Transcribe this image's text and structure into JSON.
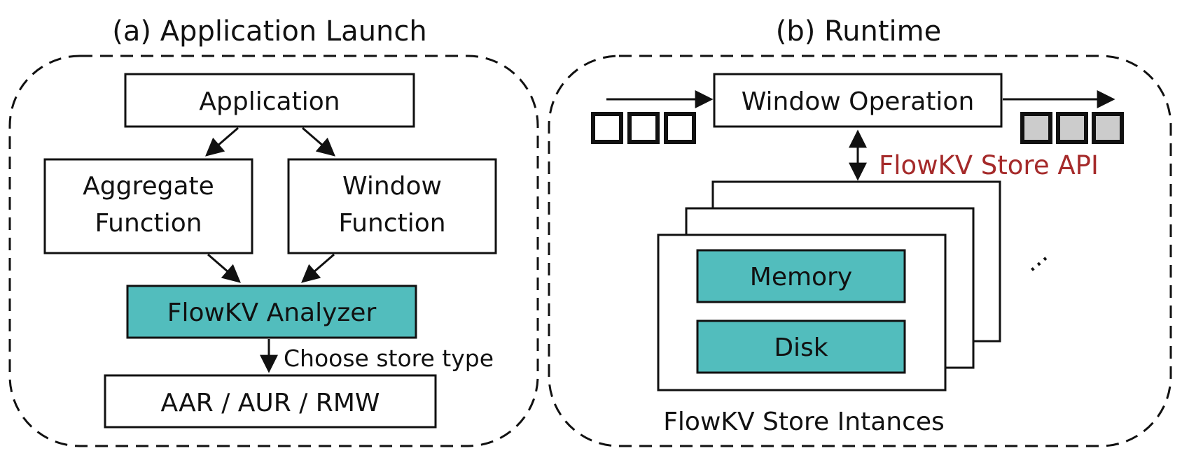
{
  "panel_a": {
    "title": "(a) Application Launch",
    "application": "Application",
    "aggregate_line1": "Aggregate",
    "aggregate_line2": "Function",
    "window_line1": "Window",
    "window_line2": "Function",
    "analyzer": "FlowKV Analyzer",
    "choose_label": "Choose store type",
    "store_types": "AAR / AUR / RMW"
  },
  "panel_b": {
    "title": "(b) Runtime",
    "window_operation": "Window Operation",
    "api_label": "FlowKV Store API",
    "memory": "Memory",
    "disk": "Disk",
    "ellipsis": "···",
    "instances_label": "FlowKV Store Intances"
  },
  "colors": {
    "teal": "#52BDBD",
    "api_red": "#A52A2A",
    "gray_item": "#CCCCCC",
    "stroke": "#111111"
  }
}
